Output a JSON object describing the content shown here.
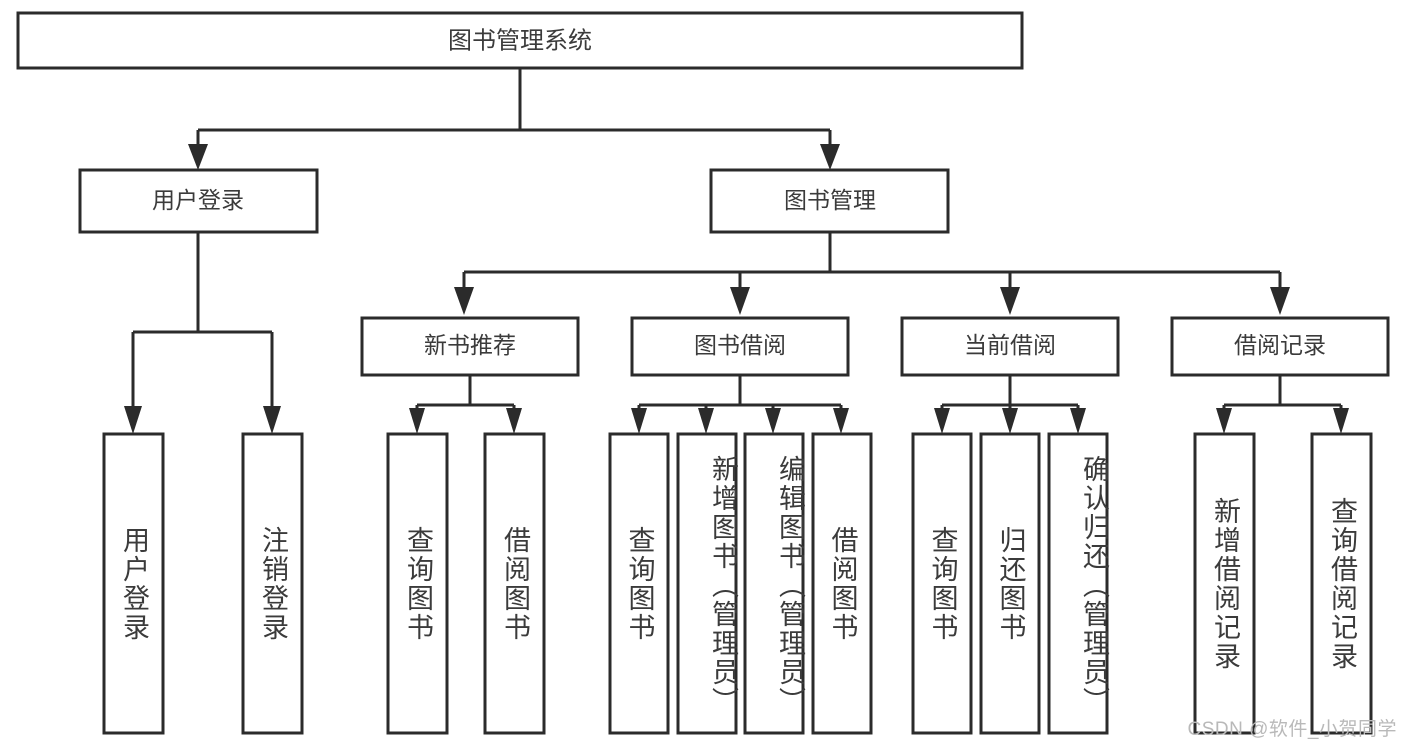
{
  "diagram": {
    "type": "hierarchy-tree",
    "title": "图书管理系统",
    "watermark": "CSDN @软件_小贺同学",
    "colors": {
      "box_stroke": "#2b2b2b",
      "box_fill": "#ffffff",
      "text": "#3b3b3b",
      "background": "#ffffff",
      "watermark": "#b9b9b9"
    },
    "root": {
      "label": "图书管理系统"
    },
    "level2": [
      {
        "label": "用户登录"
      },
      {
        "label": "图书管理"
      }
    ],
    "level3": [
      {
        "label": "新书推荐"
      },
      {
        "label": "图书借阅"
      },
      {
        "label": "当前借阅"
      },
      {
        "label": "借阅记录"
      }
    ],
    "leaves": {
      "user_login": [
        {
          "label": "用户登录"
        },
        {
          "label": "注销登录"
        }
      ],
      "new_book_recommend": [
        {
          "label": "查询图书"
        },
        {
          "label": "借阅图书"
        }
      ],
      "book_borrow": [
        {
          "label": "查询图书"
        },
        {
          "label": "新增图书（管理员）"
        },
        {
          "label": "编辑图书（管理员）"
        },
        {
          "label": "借阅图书"
        }
      ],
      "current_borrow": [
        {
          "label": "查询图书"
        },
        {
          "label": "归还图书"
        },
        {
          "label": "确认归还（管理员）"
        }
      ],
      "borrow_record": [
        {
          "label": "新增借阅记录"
        },
        {
          "label": "查询借阅记录"
        }
      ]
    }
  }
}
